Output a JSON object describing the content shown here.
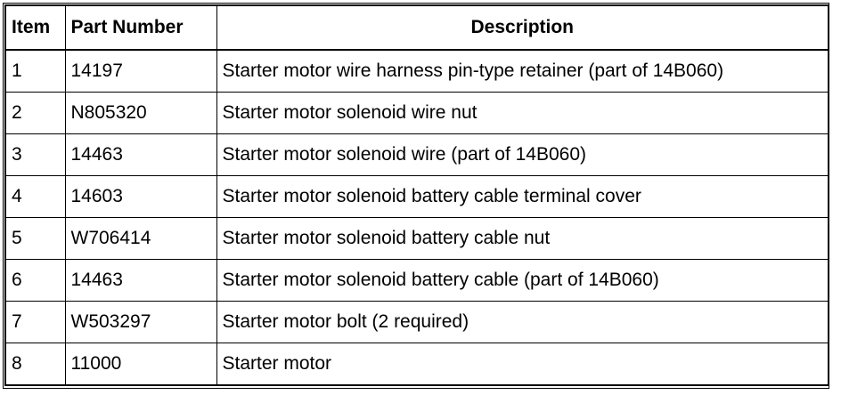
{
  "table": {
    "headers": {
      "item": "Item",
      "part_number": "Part Number",
      "description": "Description"
    },
    "rows": [
      {
        "item": "1",
        "part_number": "14197",
        "description": "Starter motor wire harness pin-type retainer (part of 14B060)"
      },
      {
        "item": "2",
        "part_number": "N805320",
        "description": "Starter motor solenoid wire nut"
      },
      {
        "item": "3",
        "part_number": "14463",
        "description": "Starter motor solenoid wire (part of 14B060)"
      },
      {
        "item": "4",
        "part_number": "14603",
        "description": "Starter motor solenoid battery cable terminal cover"
      },
      {
        "item": "5",
        "part_number": "W706414",
        "description": "Starter motor solenoid battery cable nut"
      },
      {
        "item": "6",
        "part_number": "14463",
        "description": "Starter motor solenoid battery cable (part of 14B060)"
      },
      {
        "item": "7",
        "part_number": "W503297",
        "description": "Starter motor bolt (2 required)"
      },
      {
        "item": "8",
        "part_number": "11000",
        "description": "Starter motor"
      }
    ]
  }
}
